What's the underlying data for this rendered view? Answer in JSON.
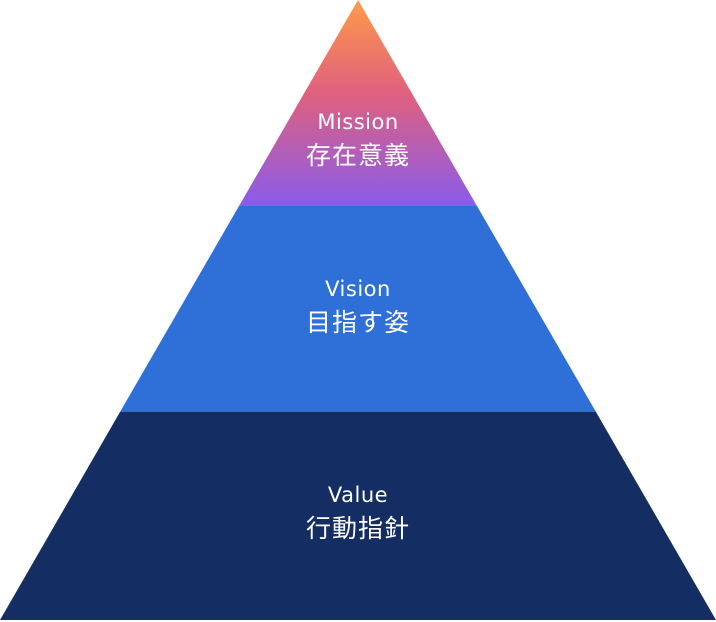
{
  "layers": [
    {
      "key": "mission",
      "title_en": "Mission",
      "title_ja": "存在意義",
      "colors": {
        "top": "#FF9A4A",
        "middle": "#E0607E",
        "bottom": "#8A5CEB"
      }
    },
    {
      "key": "vision",
      "title_en": "Vision",
      "title_ja": "目指す姿",
      "colors": {
        "fill": "#2E6FD8"
      }
    },
    {
      "key": "value",
      "title_en": "Value",
      "title_ja": "行動指針",
      "colors": {
        "fill": "#142E64"
      }
    }
  ],
  "text_color": "#FFFFFF"
}
